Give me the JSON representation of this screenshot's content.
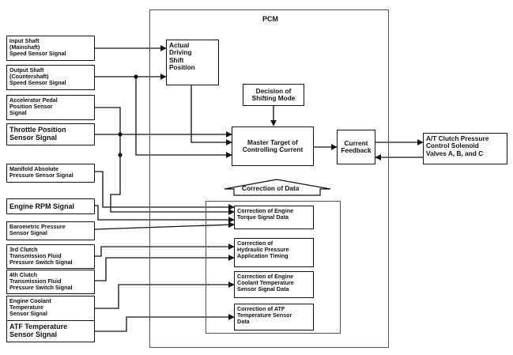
{
  "pcm": {
    "title": "PCM"
  },
  "inputs": {
    "input_shaft": "Input Shaft\n(Mainshaft)\nSpeed Sensor Signal",
    "output_shaft": "Output Shaft\n(Countershaft)\nSpeed Sensor Signal",
    "accelerator": "Accelerator Pedal\nPosition Sensor\nSignal",
    "throttle": "Throttle Position\nSensor Signal",
    "manifold": "Manifold Absolute\nPressure Sensor Signal",
    "engine_rpm": "Engine RPM Signal",
    "barometric": "Barometric Pressure\nSensor Signal",
    "clutch3": "3rd Clutch\nTransmission Fluid\nPressure Switch Signal",
    "clutch4": "4th Clutch\nTransmission Fluid\nPressure Switch Signal",
    "coolant": "Engine Coolant\nTemperature\nSensor Signal",
    "atf": "ATF Temperature\nSensor Signal"
  },
  "blocks": {
    "actual_shift": "Actual\nDriving\nShift\nPosition",
    "decision": "Decision of\nShifting Mode",
    "master_target": "Master Target of\nControlling Current",
    "current_feedback": "Current\nFeedback",
    "correction_title": "Correction of Data",
    "corr_torque": "Correction of Engine\nTorque Signal Data",
    "corr_hydraulic": "Correction of\nHydraulic Pressure\nApplication Timing",
    "corr_coolant": "Correction of Engine\nCoolant Temperature\nSensor Signal Data",
    "corr_atf": "Correction of ATF\nTemperature Sensor\nData"
  },
  "output": {
    "solenoid": "A/T Clutch Pressure\nControl Solenoid\nValves A, B, and C"
  }
}
